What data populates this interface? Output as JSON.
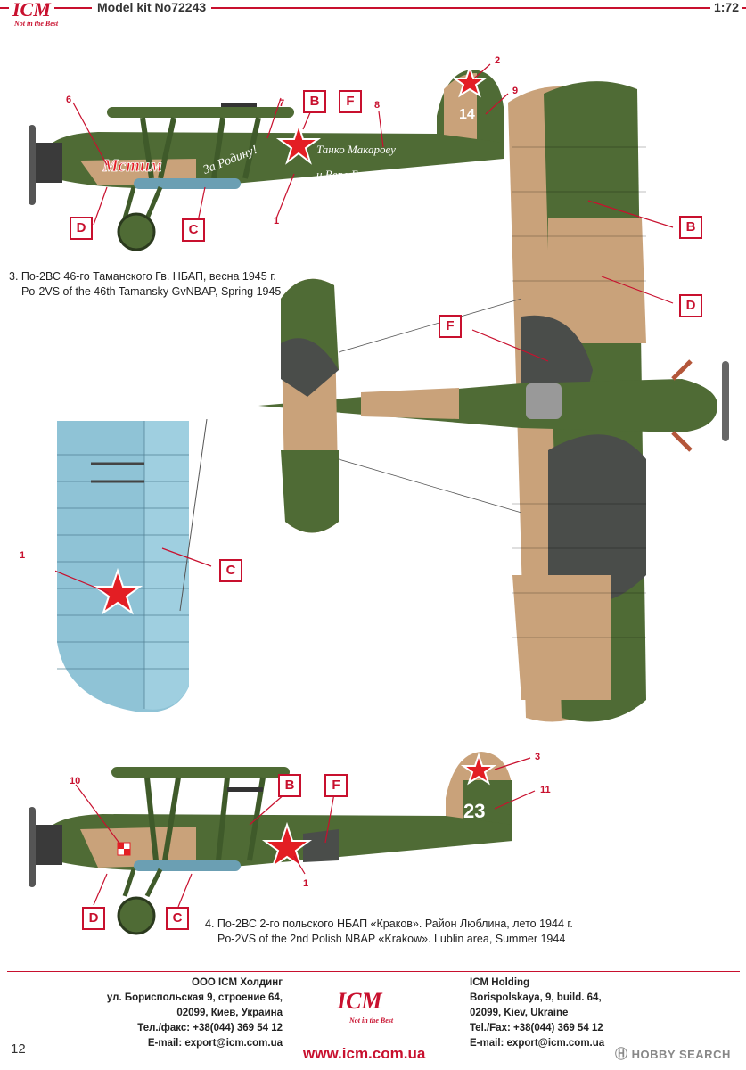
{
  "header": {
    "logo_text": "ICM",
    "logo_tagline": "Not in the Best",
    "kit": "Model kit No72243",
    "scale": "1:72"
  },
  "captions": {
    "p3_ru": "3. По-2ВС 46-го Таманского Гв. НБАП, весна 1945 г.",
    "p3_en": "Po-2VS of the 46th Tamansky GvNBAP, Spring 1945",
    "p4_ru": "4. По-2ВС 2-го польского НБАП «Краков». Район Люблина, лето 1944 г.",
    "p4_en": "Po-2VS of the 2nd Polish NBAP «Krakow». Lublin area, Summer 1944"
  },
  "markings": {
    "top_side": {
      "tail_number": "14",
      "fuselage_text": "Мстим",
      "inscription_1": "За Родину!",
      "inscription_2": "Танко Макарову",
      "inscription_3": "и Вере Белик!"
    },
    "bottom_side": {
      "tail_number": "23"
    }
  },
  "callouts": {
    "top": {
      "b": "B",
      "f": "F",
      "d": "D",
      "c": "C",
      "n1": "1",
      "n2": "2",
      "n6": "6",
      "n7": "7",
      "n8": "8",
      "n9": "9"
    },
    "plan": {
      "b": "B",
      "d": "D",
      "f": "F"
    },
    "under": {
      "c": "C",
      "n1": "1"
    },
    "bottom": {
      "b": "B",
      "f": "F",
      "d": "D",
      "c": "C",
      "n1": "1",
      "n3": "3",
      "n10": "10",
      "n11": "11"
    }
  },
  "footer": {
    "ru": [
      "ООО ICM Холдинг",
      "ул. Бориспольская 9, строение 64,",
      "02099, Киев, Украина",
      "Тел./факс: +38(044) 369 54 12",
      "E-mail: export@icm.com.ua"
    ],
    "en": [
      "ICM Holding",
      "Borispolskaya, 9, build. 64,",
      "02099, Kiev, Ukraine",
      "Tel./Fax: +38(044) 369 54 12",
      "E-mail: export@icm.com.ua"
    ],
    "website": "www.icm.com.ua",
    "page": "12",
    "watermark": "HOBBY SEARCH"
  },
  "colors": {
    "accent": "#c8102e",
    "green": "#4f6b35",
    "tan": "#c9a27a",
    "dark_grey": "#4a4d4a",
    "light_blue": "#8fc3d6"
  }
}
